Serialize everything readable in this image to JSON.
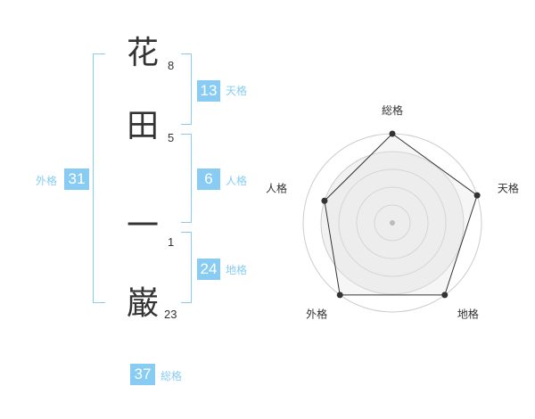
{
  "name": {
    "characters": [
      {
        "char": "花",
        "strokes": "8"
      },
      {
        "char": "田",
        "strokes": "5"
      },
      {
        "char": "一",
        "strokes": "1"
      },
      {
        "char": "巌",
        "strokes": "23"
      }
    ]
  },
  "scores": {
    "tenkaku": {
      "value": "13",
      "label": "天格"
    },
    "jinkaku": {
      "value": "6",
      "label": "人格"
    },
    "chikaku": {
      "value": "24",
      "label": "地格"
    },
    "gaikaku": {
      "value": "31",
      "label": "外格"
    },
    "soukaku": {
      "value": "37",
      "label": "総格"
    }
  },
  "radar": {
    "axes": [
      "総格",
      "天格",
      "地格",
      "外格",
      "人格"
    ],
    "levels": 5,
    "values": [
      5,
      5,
      5,
      5,
      4
    ],
    "colors": {
      "ring": "#cccccc",
      "fill": "#f2f2f2",
      "line": "#333333",
      "point": "#333333",
      "center": "#bbbbbb"
    }
  }
}
